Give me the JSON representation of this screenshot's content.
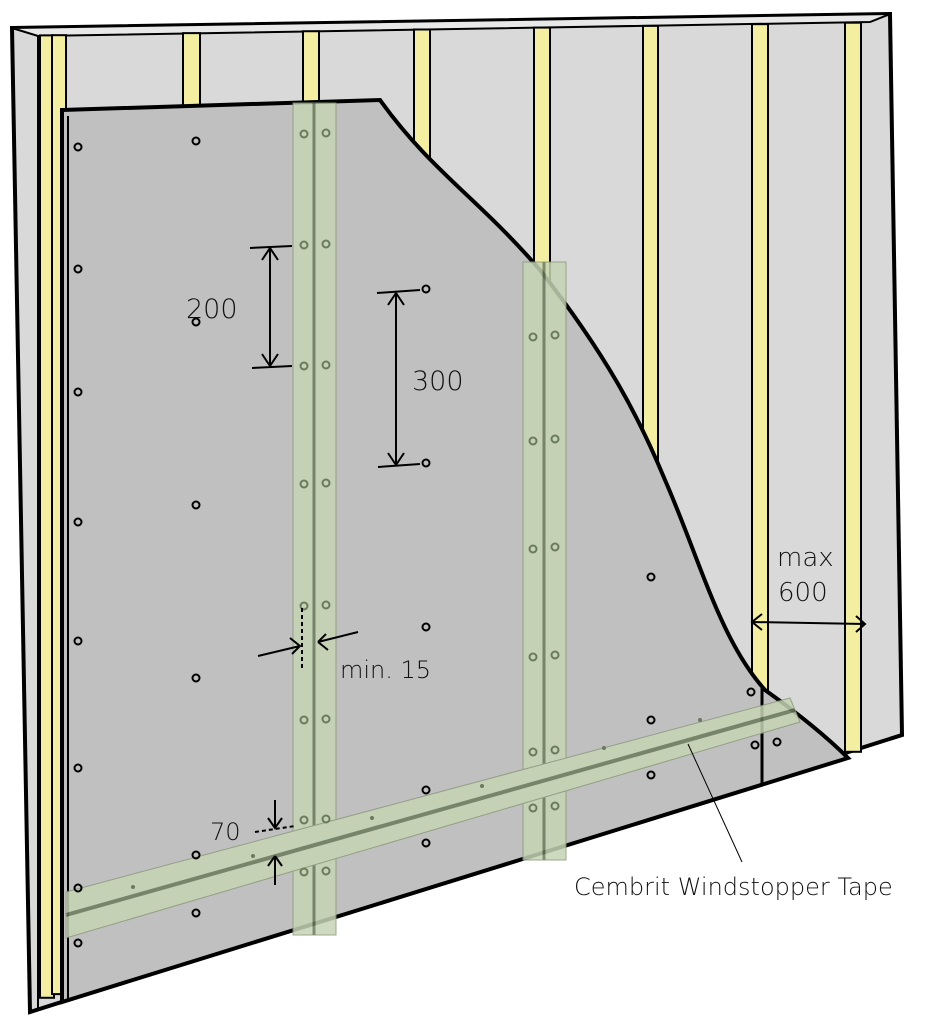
{
  "labels": {
    "spacing_edge": "200",
    "spacing_field": "300",
    "min_overlap": "min. 15",
    "tape_offset": "70",
    "stud_spacing_line1": "max",
    "stud_spacing_line2": "600",
    "tape_callout": "Cembrit Windstopper Tape"
  },
  "colors": {
    "wall": "#d9d9d9",
    "board": "#c0c0c0",
    "stud": "#f4efa0",
    "tape": "#c6d4b4",
    "tape_line": "#6a7a5c"
  }
}
